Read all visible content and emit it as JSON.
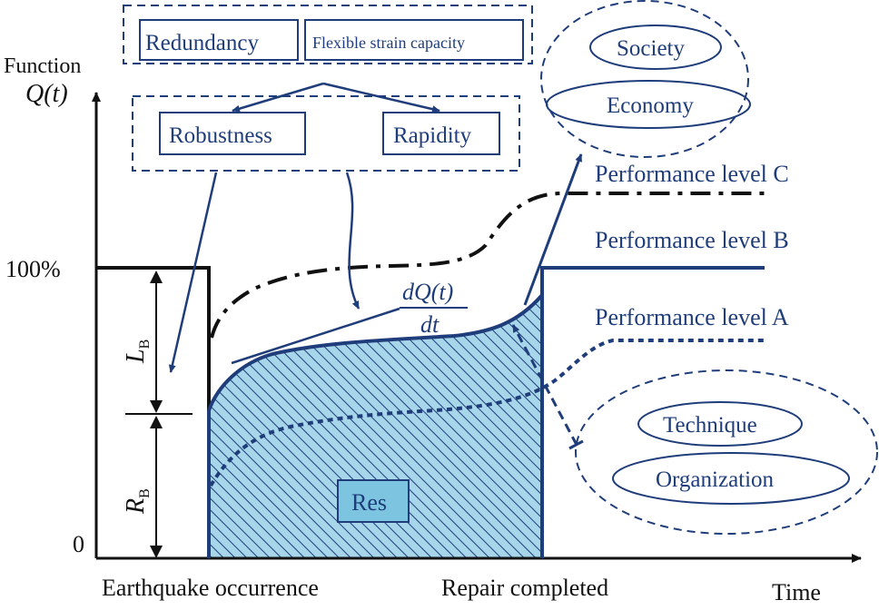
{
  "axes": {
    "y_label": "Function",
    "y_symbol": "Q(t)",
    "x_label": "Time",
    "tick_100": "100%",
    "tick_0": "0",
    "x_event_start": "Earthquake occurrence",
    "x_event_end": "Repair completed"
  },
  "segments": {
    "loss_label": "L",
    "loss_sub": "B",
    "residual_label": "R",
    "residual_sub": "B"
  },
  "properties": {
    "redundancy": "Redundancy",
    "flexible_strain": "Flexible strain capacity",
    "robustness": "Robustness",
    "rapidity": "Rapidity"
  },
  "impacts": {
    "society": "Society",
    "economy": "Economy"
  },
  "resources": {
    "technique": "Technique",
    "organization": "Organization"
  },
  "levels": {
    "c": "Performance level C",
    "b": "Performance level B",
    "a": "Performance level A"
  },
  "derivative": {
    "numerator": "dQ(t)",
    "denominator": "dt"
  },
  "area_label": "Res",
  "colors": {
    "blue": "#1f3d7a",
    "hatch_fill": "#9fd3e8",
    "res_box": "#7cc4e0",
    "black": "#111111"
  }
}
